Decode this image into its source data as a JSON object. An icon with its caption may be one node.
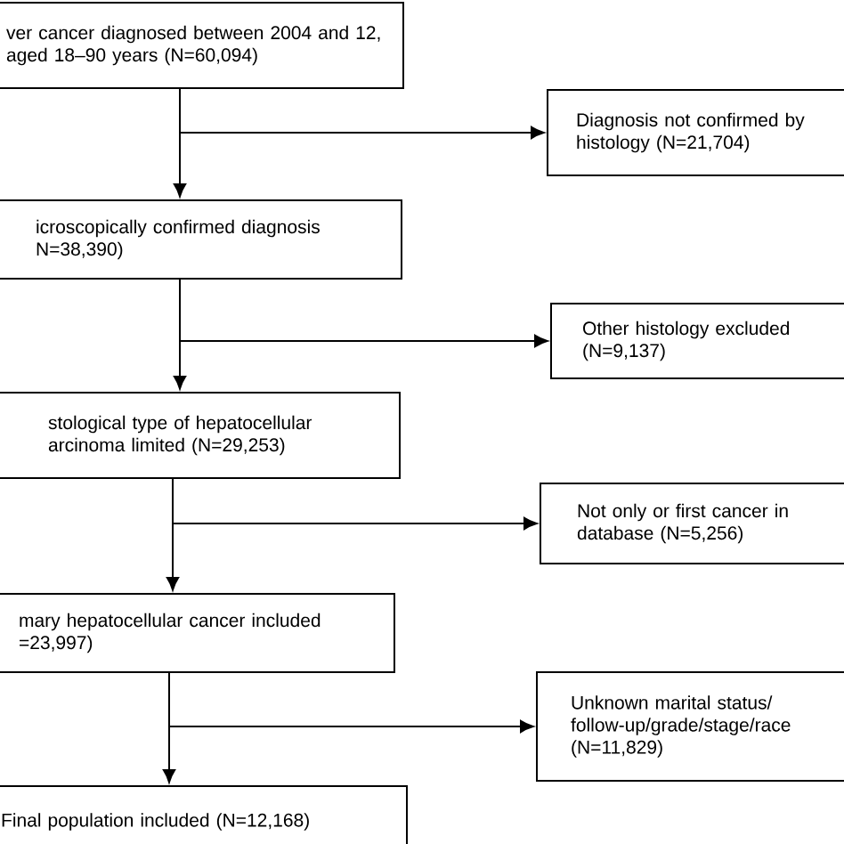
{
  "diagram": {
    "nodes": [
      {
        "text": [
          "ver cancer diagnosed between 2004 and 12, aged 18–90 years (N=60,094)"
        ]
      },
      {
        "text": [
          "Diagnosis not confirmed by histology (N=21,704)"
        ]
      },
      {
        "text": [
          "icroscopically confirmed diagnosis N=38,390)"
        ]
      },
      {
        "text": [
          "Other histology excluded (N=9,137)"
        ]
      },
      {
        "text": [
          "stological type of hepatocellular arcinoma limited (N=29,253)"
        ]
      },
      {
        "text": [
          "Not only or first cancer in database (N=5,256)"
        ]
      },
      {
        "text": [
          "mary hepatocellular cancer included =23,997)"
        ]
      },
      {
        "text": [
          "Unknown marital status/ follow-up/grade/stage/race (N=11,829)"
        ]
      },
      {
        "text": [
          "Final population included (N=12,168)"
        ]
      }
    ],
    "edges": [
      {
        "from": 0,
        "to": 2,
        "arrow": "to"
      },
      {
        "from": 0,
        "to": 1,
        "arrow": "to"
      },
      {
        "from": 2,
        "to": 4,
        "arrow": "to"
      },
      {
        "from": 2,
        "to": 3,
        "arrow": "to"
      },
      {
        "from": 4,
        "to": 6,
        "arrow": "to"
      },
      {
        "from": 4,
        "to": 5,
        "arrow": "to"
      },
      {
        "from": 6,
        "to": 8,
        "arrow": "to"
      },
      {
        "from": 6,
        "to": 7,
        "arrow": "to"
      }
    ]
  }
}
